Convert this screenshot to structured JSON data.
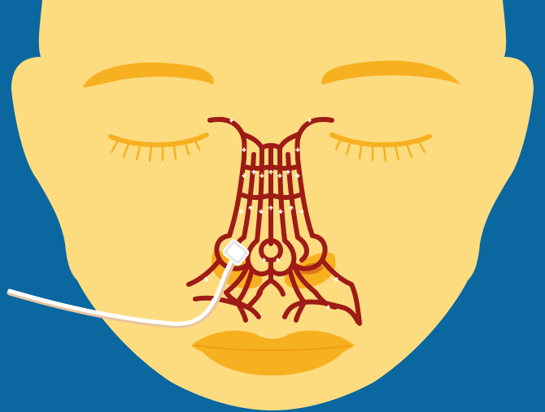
{
  "figure": {
    "colors": {
      "background": "#0a67a0",
      "skin": "#fddc80",
      "features": "#f7b020",
      "feature_dark": "#f19d17",
      "vessel": "#9e1b16",
      "flow_arrow": "#ffffff",
      "tube": "#ffffff",
      "tube_shadow": "#e7c4a0",
      "device": "#e6e6e6"
    },
    "parts": {
      "face": "face-outline",
      "eyes": [
        "closed-eye-left",
        "closed-eye-right"
      ],
      "eyebrows": [
        "eyebrow-left",
        "eyebrow-right"
      ],
      "mouth": "lips",
      "vasculature": "nasal-arterial-network",
      "device": "nasal-cannula-tube"
    }
  }
}
